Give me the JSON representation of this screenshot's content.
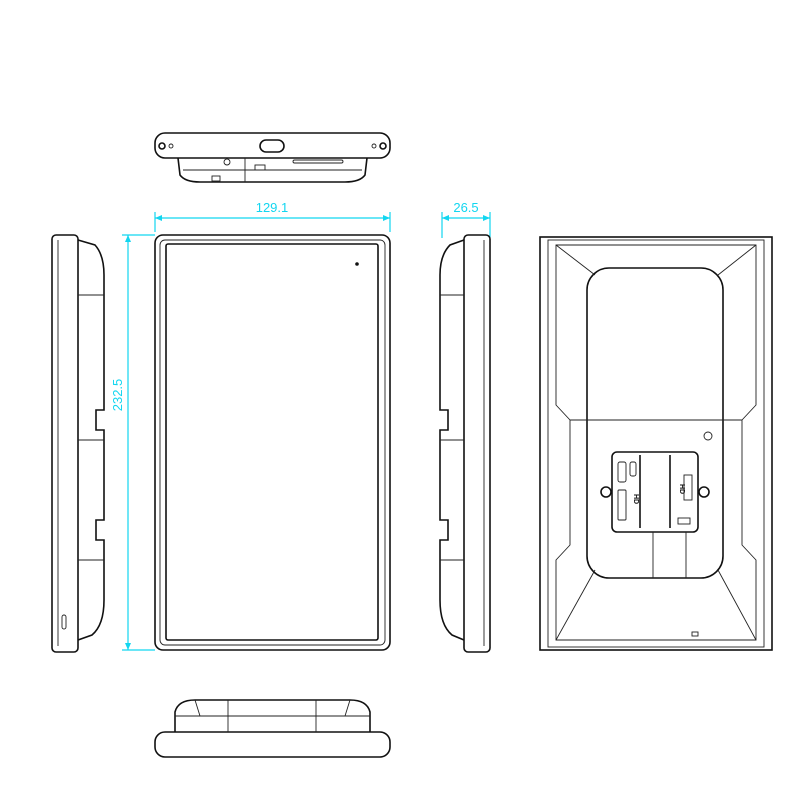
{
  "dimensions": {
    "width": "129.1",
    "height": "232.5",
    "depth": "26.5"
  },
  "back_view": {
    "port_label_left": "HD",
    "port_label_right": "HD"
  },
  "colors": {
    "dimension": "#12d6f0",
    "outline": "#111111"
  }
}
